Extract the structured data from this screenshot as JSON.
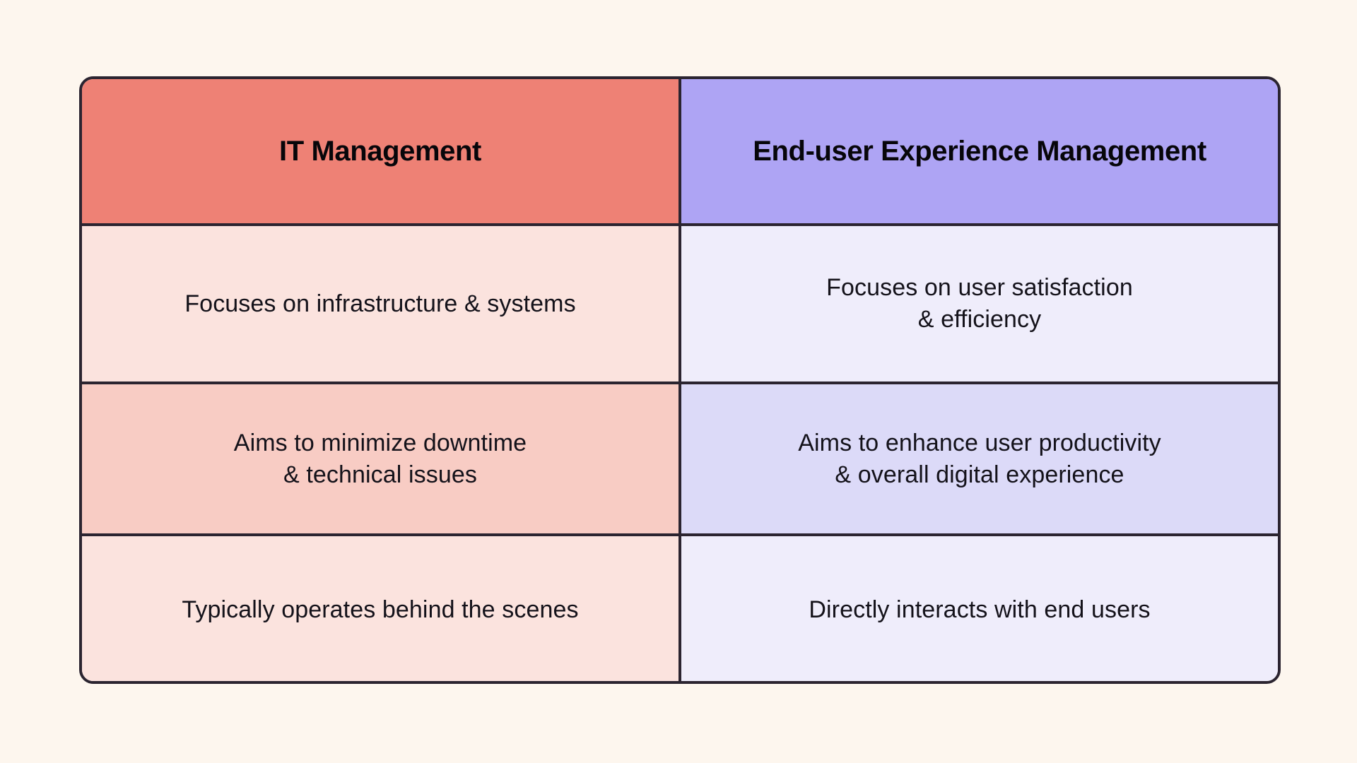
{
  "page": {
    "background_color": "#FDF6EE",
    "border_color": "#2B2430"
  },
  "table": {
    "columns": [
      {
        "key": "it_management",
        "header": "IT Management",
        "header_background": "#EE8175",
        "body_background_light": "#FBE3DE",
        "body_background_deep": "#F8CCC4"
      },
      {
        "key": "end_user_experience_management",
        "header": "End-user Experience Management",
        "header_background": "#AEA4F4",
        "body_background_light": "#EFEDFB",
        "body_background_deep": "#DCDAF8"
      }
    ],
    "rows": [
      {
        "left": {
          "line1": "Focuses on infrastructure & systems",
          "line2": ""
        },
        "right": {
          "line1": "Focuses on user satisfaction",
          "line2": "& efficiency"
        }
      },
      {
        "left": {
          "line1": "Aims to minimize downtime",
          "line2": "& technical issues"
        },
        "right": {
          "line1": "Aims to enhance user productivity",
          "line2": "& overall digital experience"
        }
      },
      {
        "left": {
          "line1": "Typically operates behind the scenes",
          "line2": ""
        },
        "right": {
          "line1": "Directly interacts with end users",
          "line2": ""
        }
      }
    ]
  }
}
